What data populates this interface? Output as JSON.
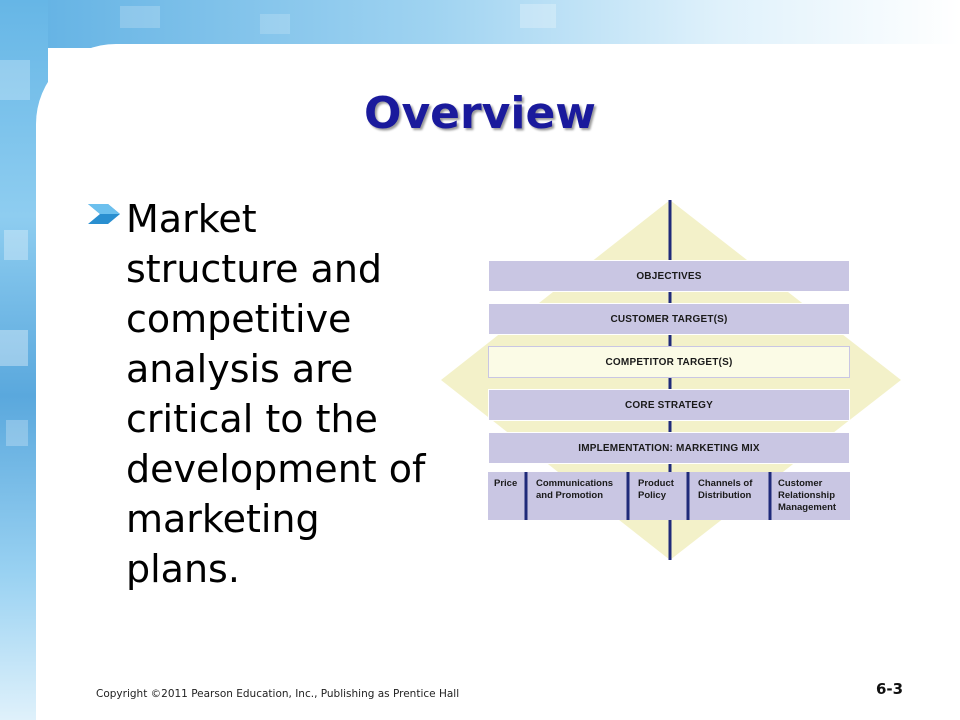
{
  "slide": {
    "title": "Overview",
    "bullet": "Market structure and competitive analysis are critical to the development of marketing plans.",
    "footer": "Copyright ©2011 Pearson Education, Inc., Publishing as Prentice Hall",
    "slide_number": "6-3"
  },
  "diagram": {
    "bands": [
      "OBJECTIVES",
      "CUSTOMER TARGET(S)",
      "COMPETITOR TARGET(S)",
      "CORE STRATEGY",
      "IMPLEMENTATION: MARKETING MIX"
    ],
    "highlighted_band": "COMPETITOR TARGET(S)",
    "marketing_mix": {
      "price": "Price",
      "communications_1": "Communications",
      "communications_2": "and Promotion",
      "product_1": "Product",
      "product_2": "Policy",
      "channels_1": "Channels of",
      "channels_2": "Distribution",
      "crm_1": "Customer",
      "crm_2": "Relationship",
      "crm_3": "Management"
    }
  },
  "colors": {
    "title": "#1a1a9c",
    "band_fill": "#c9c6e3",
    "highlight_fill": "#fbfbe6",
    "diamond_fill": "#f3f1c9",
    "spine": "#1f2a7a",
    "bullet_arrow": "#2a8fd0"
  },
  "icons": {
    "bullet": "chevron-arrow-icon"
  }
}
